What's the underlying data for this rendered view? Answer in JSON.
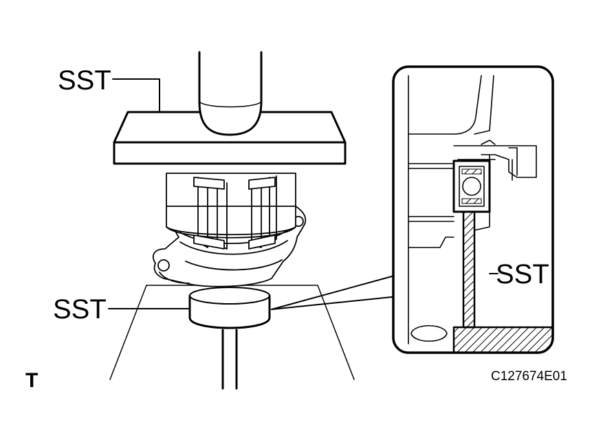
{
  "labels": {
    "sst_top": "SST",
    "sst_bottom": "SST",
    "sst_detail": "SST",
    "view_marker": "T",
    "figure_code": "C127674E01"
  },
  "colors": {
    "line": "#000000",
    "background": "#ffffff"
  }
}
